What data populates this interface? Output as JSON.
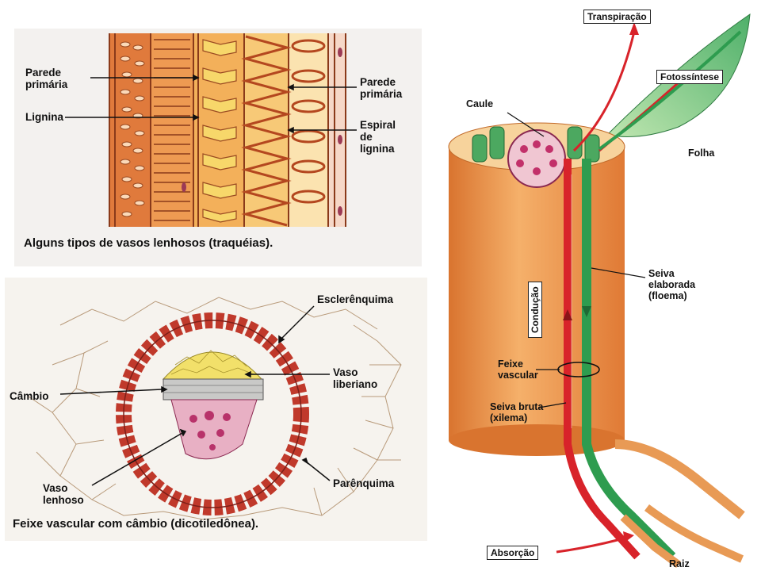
{
  "tracheids": {
    "labels": {
      "parede_primaria_left": "Parede\nprimária",
      "lignina": "Lignina",
      "parede_primaria_right": "Parede\nprimária",
      "espiral": "Espiral\nde\nlignina"
    },
    "caption": "Alguns tipos de vasos lenhosos (traquéias)."
  },
  "bundle": {
    "labels": {
      "esclerenquima": "Esclerênquima",
      "vaso_liberiano": "Vaso\nliberiano",
      "cambio": "Câmbio",
      "vaso_lenhoso": "Vaso\nlenhoso",
      "parenquima": "Parênquima"
    },
    "caption": "Feixe vascular com câmbio (dicotiledônea)."
  },
  "stem": {
    "labels": {
      "transpiracao": "Transpiração",
      "fotossintese": "Fotossíntese",
      "caule": "Caule",
      "folha": "Folha",
      "seiva_elaborada": "Seiva\nelaborada\n(floema)",
      "conducao": "Condução",
      "feixe_vascular": "Feixe\nvascular",
      "seiva_bruta": "Seiva bruta\n(xilema)",
      "absorcao": "Absorção",
      "raiz": "Raiz"
    },
    "colors": {
      "xylem": "#d8232a",
      "phloem": "#2e9c4f",
      "stem_body": "#e88b45"
    }
  }
}
